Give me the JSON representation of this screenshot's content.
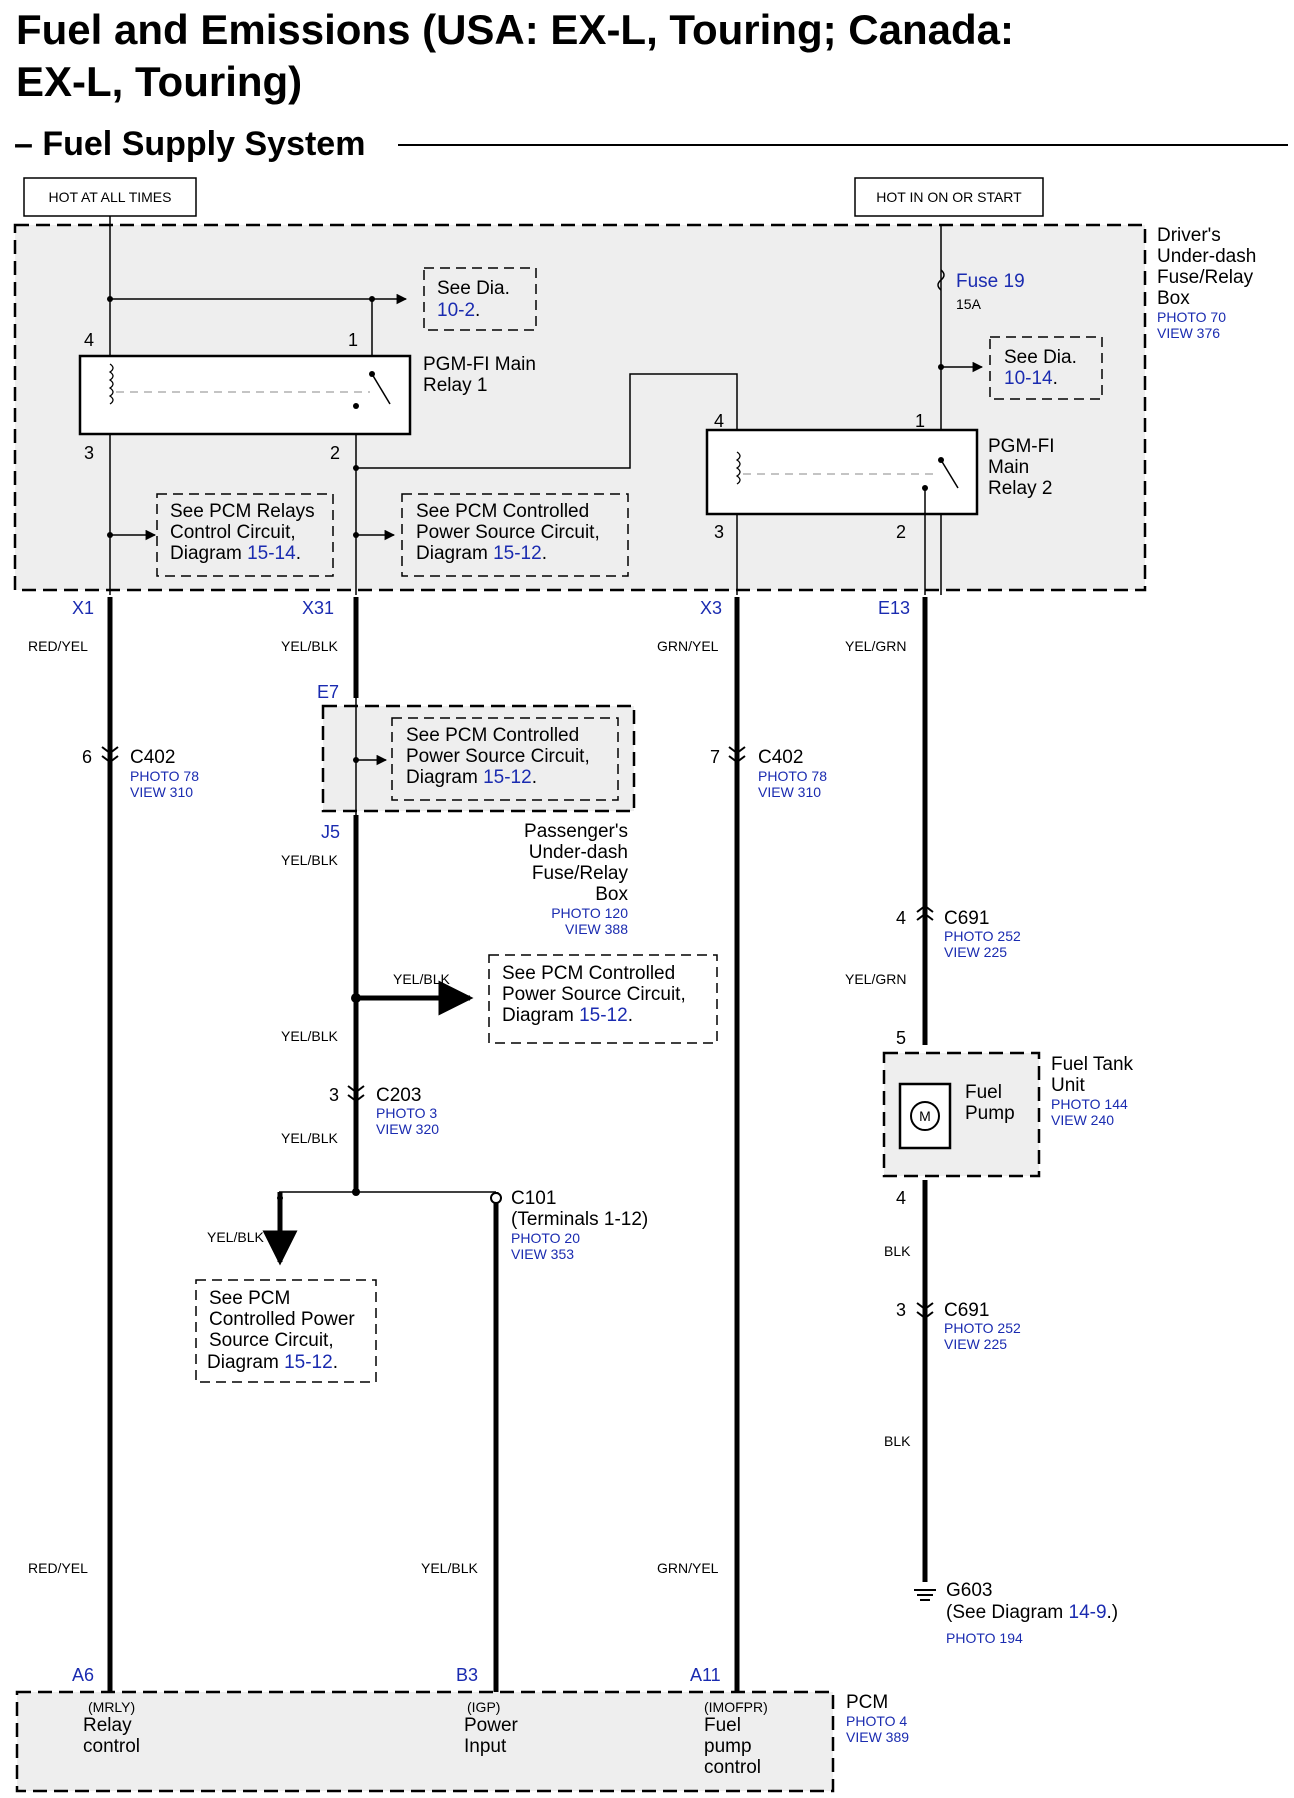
{
  "title": {
    "line1": "Fuel and Emissions (USA: EX-L, Touring; Canada:",
    "line2": "EX-L, Touring)",
    "section": "– Fuel Supply System"
  },
  "power_sources": {
    "hot_at_all_times": "HOT AT ALL TIMES",
    "hot_in_on_or_start": "HOT IN ON OR START"
  },
  "drivers_box": {
    "name_lines": [
      "Driver's",
      "Under-dash",
      "Fuse/Relay",
      "Box"
    ],
    "photo": "PHOTO 70",
    "view": "VIEW 376"
  },
  "fuse": {
    "name": "Fuse 19",
    "rating": "15A"
  },
  "relay1": {
    "name_line1": "PGM-FI Main",
    "name_line2": "Relay 1",
    "pins": [
      "4",
      "1",
      "3",
      "2"
    ]
  },
  "relay2": {
    "name_line1": "PGM-FI",
    "name_line2": "Main",
    "name_line3": "Relay 2",
    "pins": [
      "4",
      "1",
      "3",
      "2"
    ]
  },
  "see_refs": {
    "dia_10_2": {
      "line1": "See Dia.",
      "ref": "10-2",
      "end": "."
    },
    "dia_10_14": {
      "line1": "See Dia.",
      "ref": "10-14",
      "end": "."
    },
    "relays_control": {
      "line1": "See PCM Relays",
      "line2": "Control Circuit,",
      "line3": "Diagram",
      "ref": "15-14",
      "end": "."
    },
    "controlled_a": {
      "line1": "See PCM Controlled",
      "line2": "Power Source Circuit,",
      "line3": "Diagram",
      "ref": "15-12",
      "end": "."
    },
    "controlled_b": {
      "line1": "See PCM Controlled",
      "line2": "Power Source Circuit,",
      "line3": "Diagram",
      "ref": "15-12",
      "end": "."
    },
    "controlled_c": {
      "line1": "See PCM Controlled",
      "line2": "Power Source Circuit,",
      "line3": "Diagram",
      "ref": "15-12",
      "end": "."
    },
    "controlled_d": {
      "line1": "See PCM",
      "line2": "Controlled Power",
      "line3": "Source Circuit,",
      "line4": "Diagram",
      "ref": "15-12",
      "end": "."
    }
  },
  "terminals": {
    "x1": "X1",
    "x31": "X31",
    "x3": "X3",
    "e13": "E13",
    "e7": "E7",
    "j5": "J5",
    "a6": "A6",
    "b3": "B3",
    "a11": "A11"
  },
  "wire_colors": {
    "red_yel": "RED/YEL",
    "yel_blk": "YEL/BLK",
    "grn_yel": "GRN/YEL",
    "yel_grn": "YEL/GRN",
    "blk": "BLK"
  },
  "connectors": {
    "c402": {
      "name": "C402",
      "photo": "PHOTO 78",
      "view": "VIEW 310",
      "pin_a": "6",
      "pin_b": "7"
    },
    "c691a": {
      "name": "C691",
      "photo": "PHOTO 252",
      "view": "VIEW 225",
      "pin": "4"
    },
    "c691b": {
      "name": "C691",
      "photo": "PHOTO 252",
      "view": "VIEW 225",
      "pin": "3"
    },
    "c203": {
      "name": "C203",
      "photo": "PHOTO 3",
      "view": "VIEW 320",
      "pin": "3"
    },
    "c101": {
      "name": "C101",
      "sub": "(Terminals 1-12)",
      "photo": "PHOTO 20",
      "view": "VIEW 353"
    }
  },
  "passengers_box": {
    "name_lines": [
      "Passenger's",
      "Under-dash",
      "Fuse/Relay",
      "Box"
    ],
    "photo": "PHOTO 120",
    "view": "VIEW 388"
  },
  "fuel_tank": {
    "pin_top": "5",
    "pin_bottom": "4",
    "pump_line1": "Fuel",
    "pump_line2": "Pump",
    "motor": "M",
    "unit_line1": "Fuel Tank",
    "unit_line2": "Unit",
    "photo": "PHOTO 144",
    "view": "VIEW 240"
  },
  "ground": {
    "name": "G603",
    "line2_prefix": "(See Diagram",
    "ref": "14-9",
    "line2_suffix": ".)",
    "photo": "PHOTO 194"
  },
  "pcm": {
    "name": "PCM",
    "photo": "PHOTO 4",
    "view": "VIEW 389",
    "a6": {
      "code": "(MRLY)",
      "line1": "Relay",
      "line2": "control"
    },
    "b3": {
      "code": "(IGP)",
      "line1": "Power",
      "line2": "Input"
    },
    "a11": {
      "code": "(IMOFPR)",
      "line1": "Fuel",
      "line2": "pump",
      "line3": "control"
    }
  }
}
